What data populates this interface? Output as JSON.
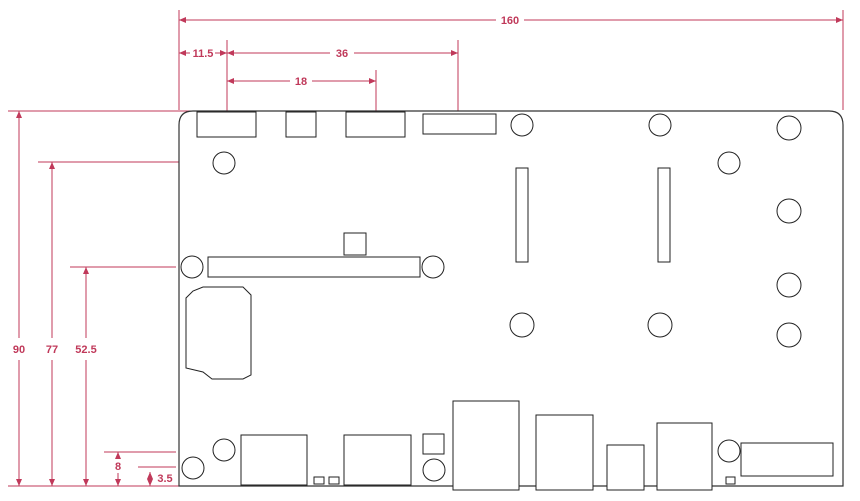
{
  "diagram": {
    "type": "mechanical-board-drawing",
    "dimensions": {
      "width": "160",
      "offset_x1": "11.5",
      "offset_x2": "36",
      "offset_x3": "18",
      "height": "90",
      "hole_y_top": "77",
      "hole_y_mid": "52.5",
      "hole_y_low": "8",
      "hole_y_bottom": "3.5"
    },
    "colors": {
      "dimension": "#c0395a",
      "outline": "#222222"
    }
  }
}
